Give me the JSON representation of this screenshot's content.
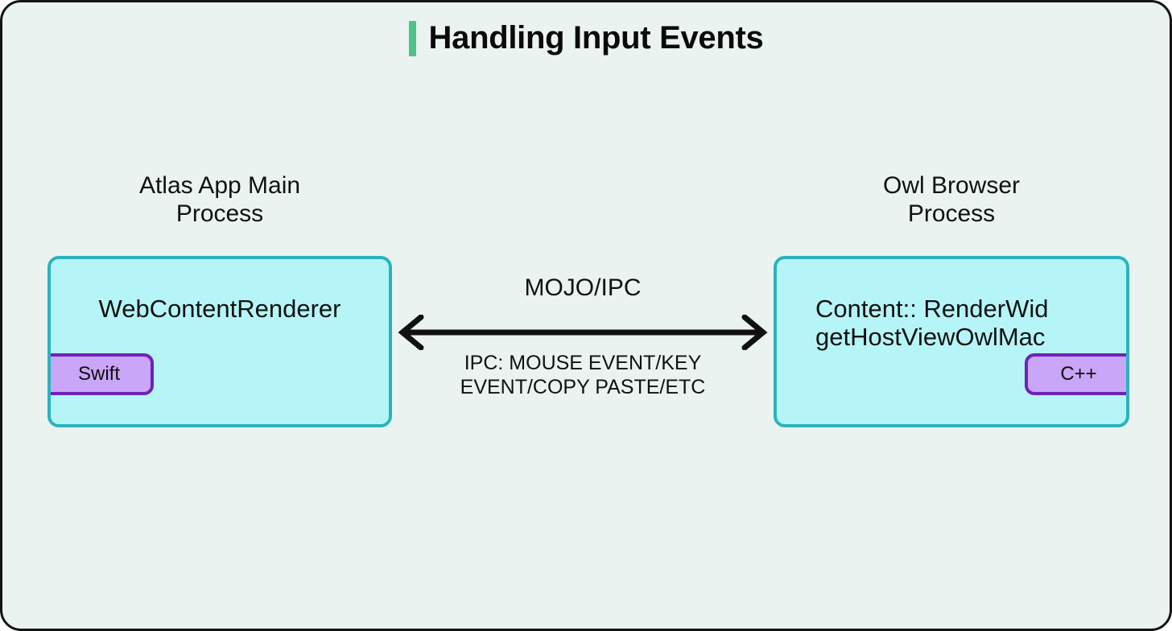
{
  "frame": {
    "background_color": "#ebf3f0",
    "border_color": "#141414"
  },
  "header": {
    "title": "Handling Input Events",
    "accent_color": "#4ec288"
  },
  "diagram": {
    "type": "two-process-ipc",
    "box_fill_color": "#b6f5f7",
    "box_border_color": "#2bb3bd",
    "badge_fill_color": "#c9a6f7",
    "badge_border_color": "#6f22b8",
    "nodes": [
      {
        "id": "atlas-app-main-process",
        "heading": "Atlas App Main\nProcess",
        "box_title": "WebContentRenderer",
        "badge_label": "Swift",
        "badge_side": "left"
      },
      {
        "id": "owl-browser-process",
        "heading": "Owl Browser\nProcess",
        "box_title": "Content:: RenderWid\ngetHostViewOwlMac",
        "badge_label": "C++",
        "badge_side": "right"
      }
    ],
    "connector": {
      "top_label": "MOJO/IPC",
      "bottom_label": "IPC: MOUSE EVENT/KEY\nEVENT/COPY PASTE/ETC",
      "direction": "bidirectional",
      "stroke_color": "#111111"
    }
  }
}
